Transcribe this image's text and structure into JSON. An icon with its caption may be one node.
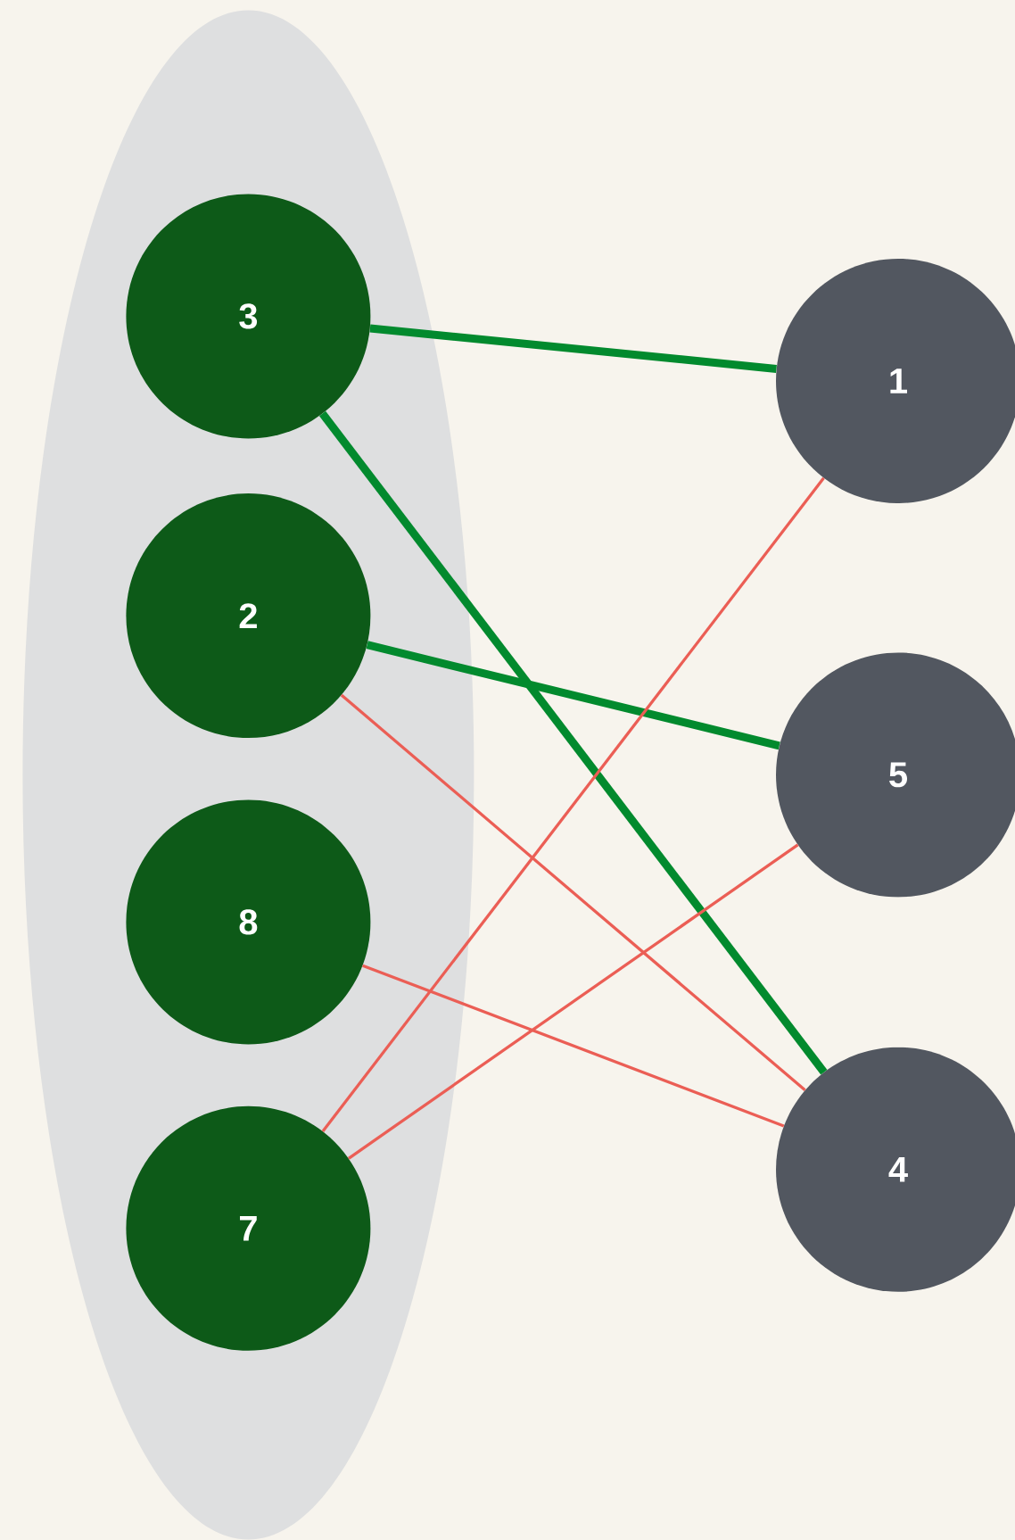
{
  "diagram": {
    "nodes": [
      {
        "text": [],
        "shape": "ellipse"
      },
      {
        "text": [
          "3"
        ],
        "in": 0
      },
      {
        "text": [
          "2"
        ],
        "in": 0
      },
      {
        "text": [
          "8"
        ],
        "in": 0
      },
      {
        "text": [
          "7"
        ],
        "in": 0
      },
      {
        "text": [
          "1"
        ]
      },
      {
        "text": [
          "5"
        ]
      },
      {
        "text": [
          "4"
        ]
      }
    ],
    "edges": [
      {
        "from": 1,
        "to": 5,
        "arrow": "none",
        "style": "thick",
        "color": "#028a2e"
      },
      {
        "from": 1,
        "to": 7,
        "arrow": "none",
        "style": "thick",
        "color": "#028a2e"
      },
      {
        "from": 2,
        "to": 6,
        "arrow": "none",
        "style": "thick",
        "color": "#028a2e"
      },
      {
        "from": 2,
        "to": 7,
        "arrow": "none"
      },
      {
        "from": 3,
        "to": 7,
        "arrow": "none"
      },
      {
        "from": 4,
        "to": 5,
        "arrow": "none"
      },
      {
        "from": 4,
        "to": 6,
        "arrow": "none"
      }
    ]
  }
}
